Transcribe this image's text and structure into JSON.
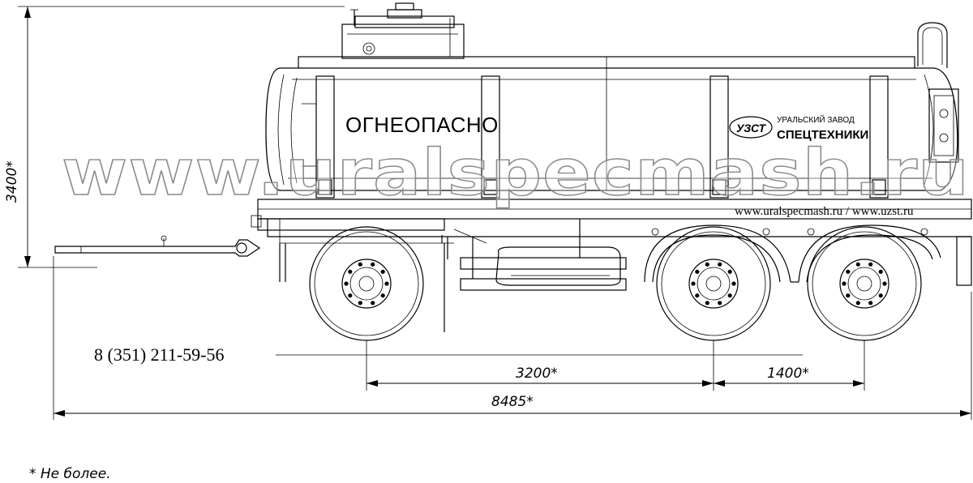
{
  "watermark": "www.uralspecmash.ru",
  "tank_label": "ОГНЕОПАСНО",
  "logo": {
    "mark": "УЗСТ",
    "line1": "УРАЛЬСКИЙ ЗАВОД",
    "line2": "СПЕЦТЕХНИКИ"
  },
  "websites": "www.uralspecmash.ru / www.uzst.ru",
  "phone": "8 (351) 211-59-56",
  "dimensions": {
    "height": "3400*",
    "wheelbase": "3200*",
    "axle_spacing": "1400*",
    "overall_length": "8485*"
  },
  "footnote": "* Не более."
}
